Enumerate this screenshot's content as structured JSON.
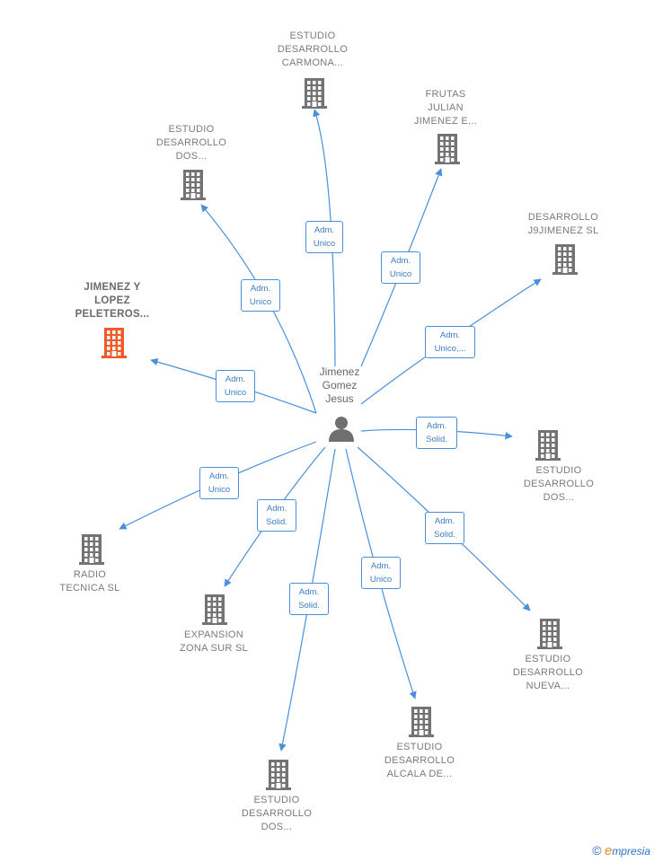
{
  "center": {
    "name_lines": [
      "Jimenez",
      "Gomez",
      "Jesus"
    ],
    "icon": "person-icon"
  },
  "colors": {
    "edge": "#4a90d9",
    "building": "#737373",
    "building_focus": "#f05a28",
    "tag_border": "#4a90d9",
    "tag_text": "#3b7dc4"
  },
  "companies": [
    {
      "id": "estudio-carmona",
      "lines": [
        "ESTUDIO",
        "DESARROLLO",
        "CARMONA..."
      ],
      "relation": [
        "Adm.",
        "Unico"
      ],
      "focus": false
    },
    {
      "id": "frutas-julian",
      "lines": [
        "FRUTAS",
        "JULIAN",
        "JIMENEZ E..."
      ],
      "relation": [
        "Adm.",
        "Unico"
      ],
      "focus": false
    },
    {
      "id": "estudio-dos-1",
      "lines": [
        "ESTUDIO",
        "DESARROLLO",
        "DOS..."
      ],
      "relation": [
        "Adm.",
        "Unico"
      ],
      "focus": false
    },
    {
      "id": "desarrollo-j9",
      "lines": [
        "DESARROLLO",
        "J9JIMENEZ  SL"
      ],
      "relation": [
        "Adm.",
        "Unico,..."
      ],
      "focus": false
    },
    {
      "id": "jimenez-lopez",
      "lines": [
        "JIMENEZ Y",
        "LOPEZ",
        "PELETEROS..."
      ],
      "relation": [
        "Adm.",
        "Unico"
      ],
      "focus": true
    },
    {
      "id": "estudio-dos-2",
      "lines": [
        "ESTUDIO",
        "DESARROLLO",
        "DOS..."
      ],
      "relation": [
        "Adm.",
        "Solid."
      ],
      "focus": false
    },
    {
      "id": "radio-tecnica",
      "lines": [
        "RADIO",
        "TECNICA SL"
      ],
      "relation": [
        "Adm.",
        "Unico"
      ],
      "focus": false
    },
    {
      "id": "expansion-zona-sur",
      "lines": [
        "EXPANSION",
        "ZONA SUR  SL"
      ],
      "relation": [
        "Adm.",
        "Solid."
      ],
      "focus": false
    },
    {
      "id": "estudio-nueva",
      "lines": [
        "ESTUDIO",
        "DESARROLLO",
        "NUEVA..."
      ],
      "relation": [
        "Adm.",
        "Solid."
      ],
      "focus": false
    },
    {
      "id": "estudio-alcala",
      "lines": [
        "ESTUDIO",
        "DESARROLLO",
        "ALCALA DE..."
      ],
      "relation": [
        "Adm.",
        "Unico"
      ],
      "focus": false
    },
    {
      "id": "estudio-dos-3",
      "lines": [
        "ESTUDIO",
        "DESARROLLO",
        "DOS..."
      ],
      "relation": [
        "Adm.",
        "Solid."
      ],
      "focus": false
    }
  ],
  "footer": {
    "copyright_symbol": "©",
    "brand_initial": "e",
    "brand_rest": "mpresia"
  }
}
